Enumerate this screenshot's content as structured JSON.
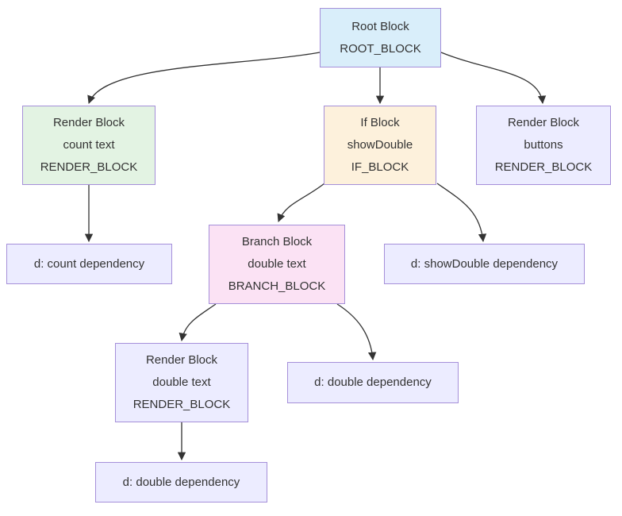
{
  "diagram": {
    "type": "flowchart",
    "direction": "top-down",
    "colors": {
      "background": "#ffffff",
      "node_border": "#a58fd9",
      "edge_stroke": "#333333",
      "text": "#333333",
      "root_fill": "#d9eefa",
      "render_count_fill": "#e3f3e3",
      "if_fill": "#fdf1dc",
      "branch_fill": "#fbe2f4",
      "default_fill": "#ececff"
    },
    "nodes": [
      {
        "id": "root",
        "lines": [
          "Root Block",
          "ROOT_BLOCK"
        ]
      },
      {
        "id": "render-count",
        "lines": [
          "Render Block",
          "count text",
          "RENDER_BLOCK"
        ]
      },
      {
        "id": "if-showdouble",
        "lines": [
          "If Block",
          "showDouble",
          "IF_BLOCK"
        ]
      },
      {
        "id": "render-buttons",
        "lines": [
          "Render Block",
          "buttons",
          "RENDER_BLOCK"
        ]
      },
      {
        "id": "dep-count",
        "lines": [
          "d: count dependency"
        ]
      },
      {
        "id": "branch-double",
        "lines": [
          "Branch Block",
          "double text",
          "BRANCH_BLOCK"
        ]
      },
      {
        "id": "dep-showdouble",
        "lines": [
          "d: showDouble dependency"
        ]
      },
      {
        "id": "render-double",
        "lines": [
          "Render Block",
          "double text",
          "RENDER_BLOCK"
        ]
      },
      {
        "id": "dep-double-1",
        "lines": [
          "d: double dependency"
        ]
      },
      {
        "id": "dep-double-2",
        "lines": [
          "d: double dependency"
        ]
      }
    ],
    "edges": [
      {
        "from": "root",
        "to": "render-count"
      },
      {
        "from": "root",
        "to": "if-showdouble"
      },
      {
        "from": "root",
        "to": "render-buttons"
      },
      {
        "from": "render-count",
        "to": "dep-count"
      },
      {
        "from": "if-showdouble",
        "to": "branch-double"
      },
      {
        "from": "if-showdouble",
        "to": "dep-showdouble"
      },
      {
        "from": "branch-double",
        "to": "render-double"
      },
      {
        "from": "branch-double",
        "to": "dep-double-1"
      },
      {
        "from": "render-double",
        "to": "dep-double-2"
      }
    ]
  }
}
